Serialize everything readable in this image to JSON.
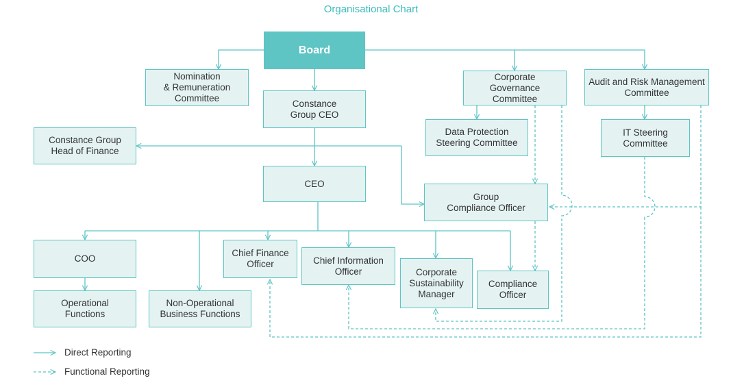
{
  "title": "Organisational Chart",
  "colors": {
    "accent": "#5ec4c4",
    "box_fill": "#e4f2f2",
    "title": "#3bbdbd"
  },
  "nodes": {
    "board": "Board",
    "nomination": "Nomination\n& Remuneration\nCommittee",
    "group_ceo": "Constance\nGroup CEO",
    "corp_gov": "Corporate\nGovernance\nCommittee",
    "audit_risk": "Audit and Risk Management\nCommittee",
    "head_finance": "Constance Group\nHead of Finance",
    "data_protection": "Data Protection\nSteering Committee",
    "it_steering": "IT Steering\nCommittee",
    "ceo": "CEO",
    "compliance_officer_group": "Group\nCompliance Officer",
    "coo": "COO",
    "cfo": "Chief Finance\nOfficer",
    "cio": "Chief Information\nOfficer",
    "sustainability": "Corporate\nSustainability\nManager",
    "compliance_officer": "Compliance\nOfficer",
    "operational": "Operational\nFunctions",
    "non_operational": "Non-Operational\nBusiness Functions"
  },
  "legend": {
    "direct": "Direct Reporting",
    "functional": "Functional Reporting"
  }
}
